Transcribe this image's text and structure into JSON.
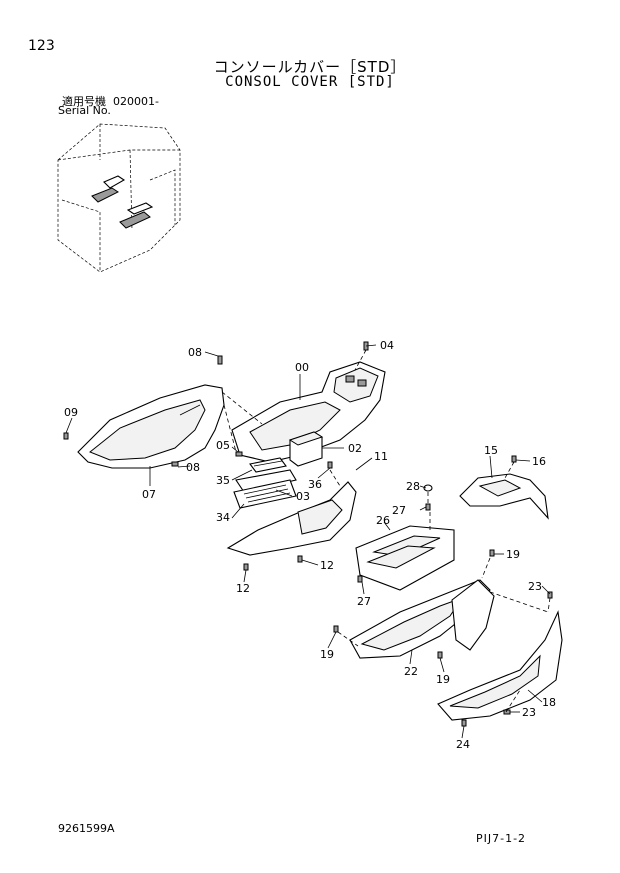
{
  "page_number": "123",
  "title_jp": "コンソールカバー［STD］",
  "title_en": "CONSOL COVER [STD]",
  "serial_label_jp": "適用号機",
  "serial_value": "020001-",
  "serial_label_en": "Serial No.",
  "document_number": "9261599A",
  "page_reference": "PIJ7-1-2",
  "callouts": {
    "c00": "00",
    "c02": "02",
    "c03": "03",
    "c04": "04",
    "c05": "05",
    "c07": "07",
    "c08a": "08",
    "c08b": "08",
    "c09": "09",
    "c11": "11",
    "c12a": "12",
    "c12b": "12",
    "c15": "15",
    "c16": "16",
    "c18": "18",
    "c19a": "19",
    "c19b": "19",
    "c19c": "19",
    "c22": "22",
    "c23a": "23",
    "c23b": "23",
    "c24": "24",
    "c26": "26",
    "c27a": "27",
    "c27b": "27",
    "c28": "28",
    "c34": "34",
    "c35": "35",
    "c36": "36"
  }
}
